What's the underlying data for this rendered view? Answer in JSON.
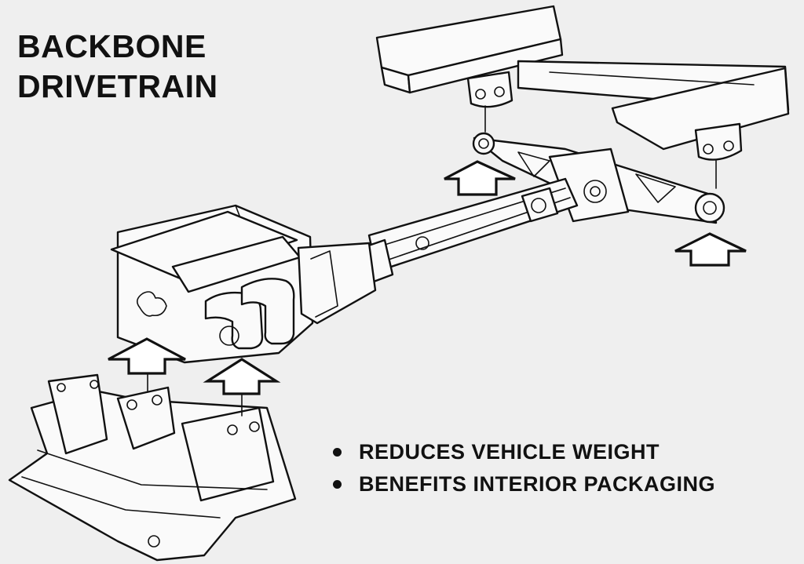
{
  "title": {
    "line1": "BACKBONE",
    "line2": "DRIVETRAIN"
  },
  "bullets": [
    "REDUCES VEHICLE WEIGHT",
    "BENEFITS INTERIOR PACKAGING"
  ],
  "icons": {
    "mount_arrow": "up-arrow-icon",
    "bullet_marker": "bullet-dot"
  }
}
